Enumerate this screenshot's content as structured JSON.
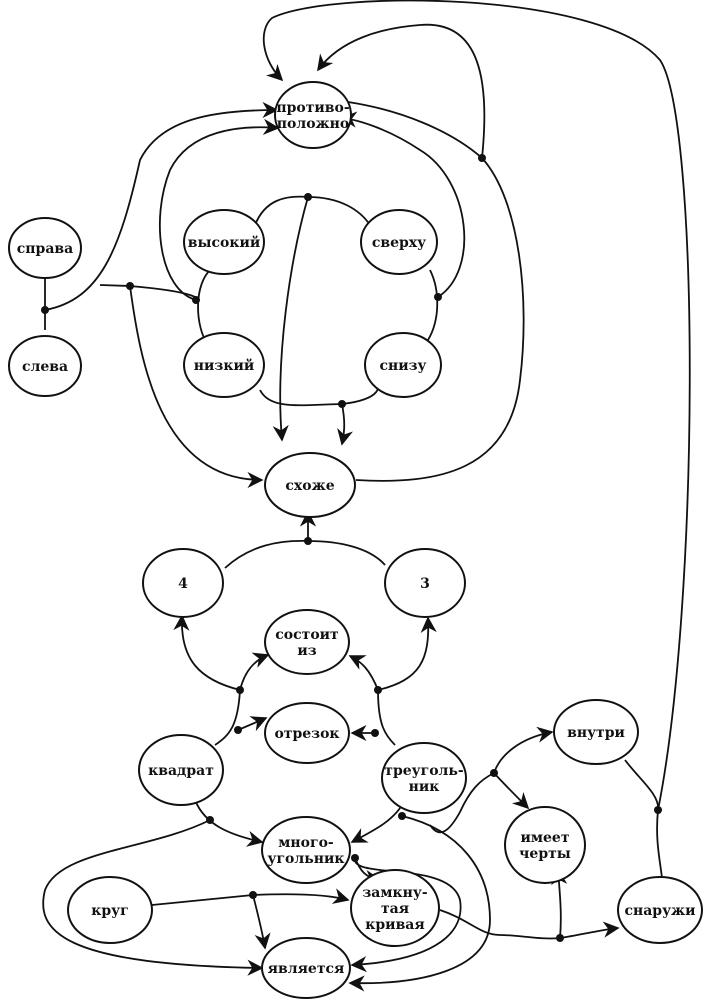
{
  "diagram": {
    "type": "semantic-network",
    "nodes": [
      {
        "id": "opposite",
        "lines": [
          "противо-",
          "положно"
        ]
      },
      {
        "id": "right",
        "lines": [
          "справа"
        ]
      },
      {
        "id": "left",
        "lines": [
          "слева"
        ]
      },
      {
        "id": "high",
        "lines": [
          "высокий"
        ]
      },
      {
        "id": "top",
        "lines": [
          "сверху"
        ]
      },
      {
        "id": "low",
        "lines": [
          "низкий"
        ]
      },
      {
        "id": "bottom",
        "lines": [
          "снизу"
        ]
      },
      {
        "id": "similar",
        "lines": [
          "схоже"
        ]
      },
      {
        "id": "four",
        "lines": [
          "4"
        ]
      },
      {
        "id": "three",
        "lines": [
          "3"
        ]
      },
      {
        "id": "consists",
        "lines": [
          "состоит",
          "из"
        ]
      },
      {
        "id": "segment",
        "lines": [
          "отрезок"
        ]
      },
      {
        "id": "square",
        "lines": [
          "квадрат"
        ]
      },
      {
        "id": "triangle",
        "lines": [
          "треуголь-",
          "ник"
        ]
      },
      {
        "id": "polygon",
        "lines": [
          "много-",
          "угольник"
        ]
      },
      {
        "id": "inside",
        "lines": [
          "внутри"
        ]
      },
      {
        "id": "has-features",
        "lines": [
          "имеет",
          "черты"
        ]
      },
      {
        "id": "circle",
        "lines": [
          "круг"
        ]
      },
      {
        "id": "closed-curve",
        "lines": [
          "замкну-",
          "тая",
          "кривая"
        ]
      },
      {
        "id": "outside",
        "lines": [
          "снаружи"
        ]
      },
      {
        "id": "is",
        "lines": [
          "является"
        ]
      }
    ],
    "colors": {
      "stroke": "#111111",
      "background": "#ffffff"
    }
  }
}
